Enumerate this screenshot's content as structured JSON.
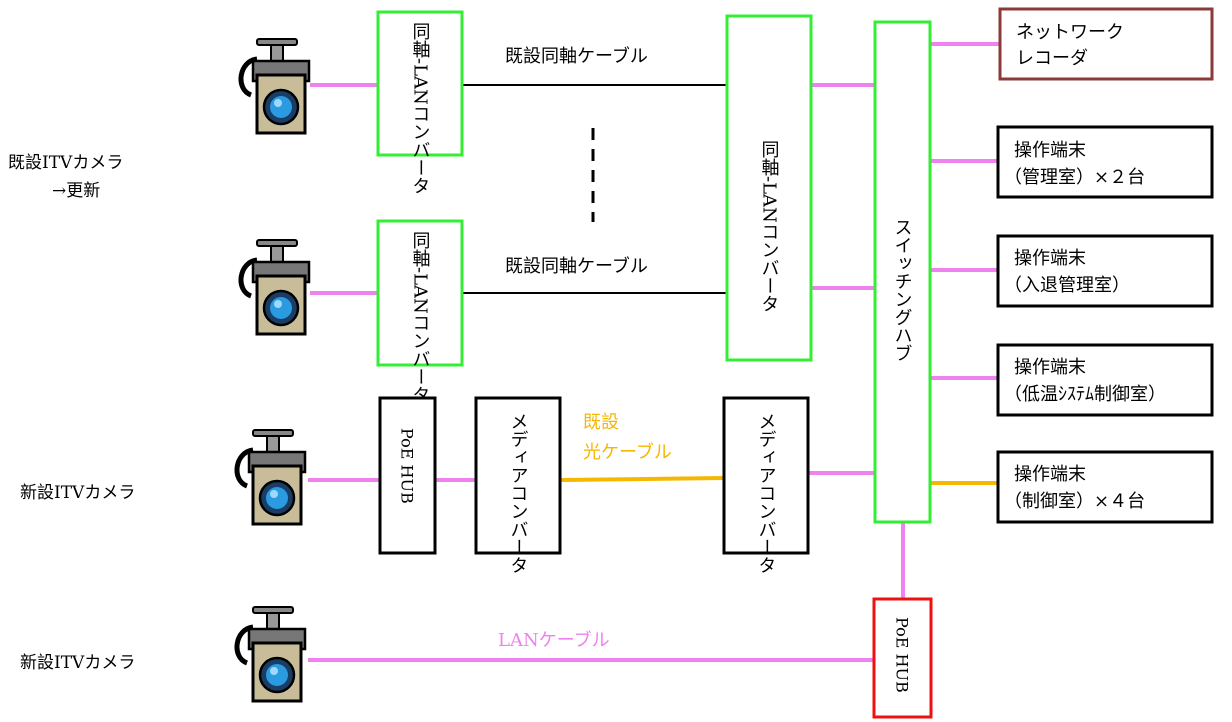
{
  "colors": {
    "pink": "#ee82ee",
    "orange": "#f5b800",
    "green": "#33ee33",
    "red": "#ee1111",
    "brown": "#8b3a3a",
    "black": "#000000",
    "camera_body": "#c8bd98",
    "lens": "#2a9be0"
  },
  "groups": {
    "existing": {
      "line1": "既設ITVカメラ",
      "line2": "→更新"
    },
    "new1": "新設ITVカメラ",
    "new2": "新設ITVカメラ"
  },
  "converters": {
    "coax_lan_1": "同軸-LANコンバータ",
    "coax_lan_2": "同軸-LANコンバータ",
    "coax_lan_center": "同軸-LANコンバータ",
    "media_1": "メディアコンバータ",
    "media_2": "メディアコンバータ"
  },
  "hubs": {
    "poe_1": "PoE HUB",
    "poe_2": "PoE HUB",
    "switching": "スイッチングハブ"
  },
  "cables": {
    "coax_1": "既設同軸ケーブル",
    "coax_2": "既設同軸ケーブル",
    "optical_line1": "既設",
    "optical_line2": "光ケーブル",
    "lan": "LANケーブル"
  },
  "terminals": [
    {
      "line1": "ネットワーク",
      "line2": "レコーダ"
    },
    {
      "line1": "操作端末",
      "line2": "（管理室）×２台"
    },
    {
      "line1": "操作端末",
      "line2": "（入退管理室）"
    },
    {
      "line1": "操作端末",
      "line2": "（低温ｼｽﾃﾑ制御室）"
    },
    {
      "line1": "操作端末",
      "line2": "（制御室）×４台"
    }
  ]
}
